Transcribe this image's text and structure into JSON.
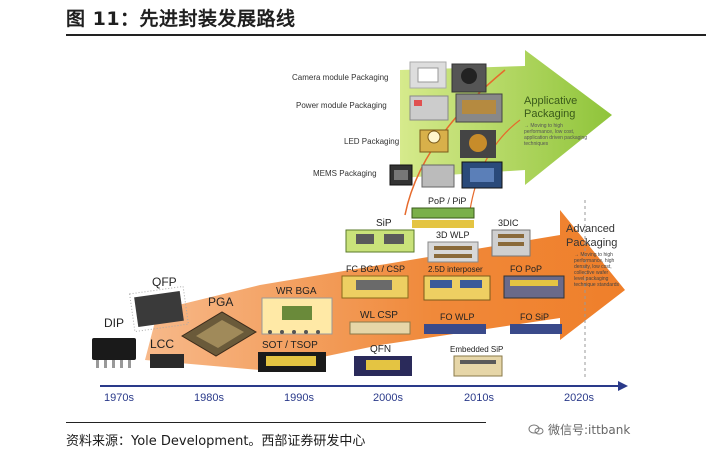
{
  "title": "图 11：先进封装发展路线",
  "source": "资料来源：Yole Development。西部证券研发中心",
  "watermark": "微信号:ittbank",
  "timeline": [
    "1970s",
    "1980s",
    "1990s",
    "2000s",
    "2010s",
    "2020s"
  ],
  "arrows": {
    "applicative": {
      "title_line1": "Applicative",
      "title_line2": "Packaging",
      "note": [
        "→ Moving to high",
        "performance, low cost,",
        "application driven packaging",
        "techniques"
      ]
    },
    "advanced": {
      "title_line1": "Advanced",
      "title_line2": "Packaging",
      "note": [
        "→ Moving to high",
        "performance, high",
        "density, low cost,",
        "collective wafer",
        "level packaging",
        "technique standards"
      ]
    }
  },
  "applicative_items": [
    "Camera module Packaging",
    "Power module Packaging",
    "LED Packaging",
    "MEMS Packaging"
  ],
  "packages": {
    "dip": "DIP",
    "qfp": "QFP",
    "lcc": "LCC",
    "pga": "PGA",
    "wrbga": "WR BGA",
    "sot": "SOT / TSOP",
    "sip": "SiP",
    "fcbga": "FC BGA / CSP",
    "wlcsp": "WL CSP",
    "qfn": "QFN",
    "pop": "PoP / PiP",
    "wlp3d": "3D WLP",
    "interposer": "2.5D interposer",
    "fowlp": "FO WLP",
    "embedded": "Embedded SiP",
    "dic3": "3DIC",
    "fopop": "FO PoP",
    "fosip": "FO SiP"
  },
  "colors": {
    "applicative_arrow": "#9ccc3a",
    "advanced_arrow": "#f0893a",
    "axis": "#2a3a8a"
  }
}
